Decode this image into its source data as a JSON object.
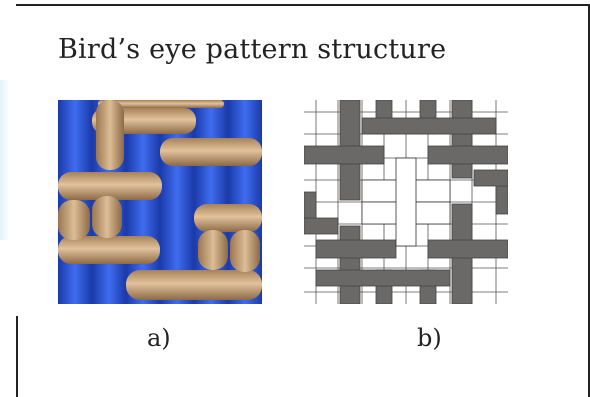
{
  "title": "Bird’s eye pattern structure",
  "panels": [
    {
      "caption": "a)",
      "description": "Rendered woven fabric: tan yarns over blue"
    },
    {
      "caption": "b)",
      "description": "Schematic weave diagram in grey and white"
    }
  ],
  "colors": {
    "yarn_tan": "#c9a47b",
    "yarn_blue": "#2b55d6",
    "schematic_grey": "#6b6868",
    "schematic_white": "#ffffff",
    "frame": "#222222"
  }
}
